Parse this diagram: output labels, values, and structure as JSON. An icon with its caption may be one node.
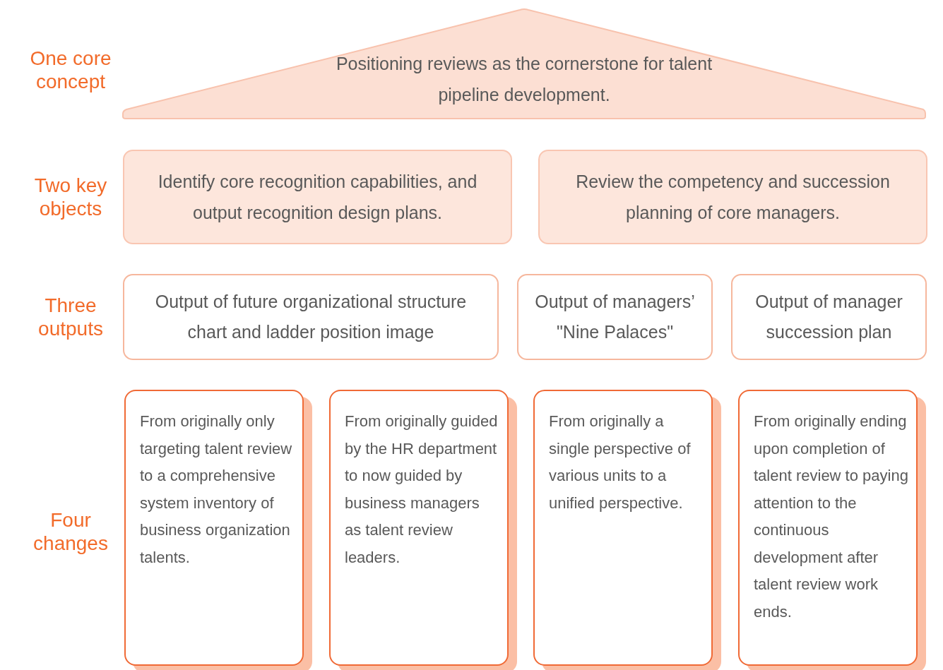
{
  "diagram": {
    "nodes": [
      {
        "text": [
          "Positioning reviews as the cornerstone for talent pipeline development."
        ]
      },
      {
        "text": [
          "Identify core recognition capabilities, and output recognition design plans."
        ]
      },
      {
        "text": [
          "Review the competency and succession planning of core managers."
        ]
      },
      {
        "text": [
          "Output of future organizational structure chart and ladder position image"
        ]
      },
      {
        "text": [
          "Output of managers’ \"Nine Palaces\""
        ]
      },
      {
        "text": [
          "Output of manager succession plan"
        ]
      },
      {
        "text": [
          "From originally only targeting talent review to a comprehensive system inventory of business organization talents."
        ]
      },
      {
        "text": [
          "From originally guided by the HR department to now guided by business managers as talent review leaders."
        ]
      },
      {
        "text": [
          "From originally a single perspective of various units to a unified perspective."
        ]
      },
      {
        "text": [
          "From originally ending upon completion of talent review to paying attention to the continuous development after talent review work ends."
        ]
      }
    ],
    "labels": [
      "One core concept",
      "Two key objects",
      "Three outputs",
      "Four changes"
    ]
  }
}
